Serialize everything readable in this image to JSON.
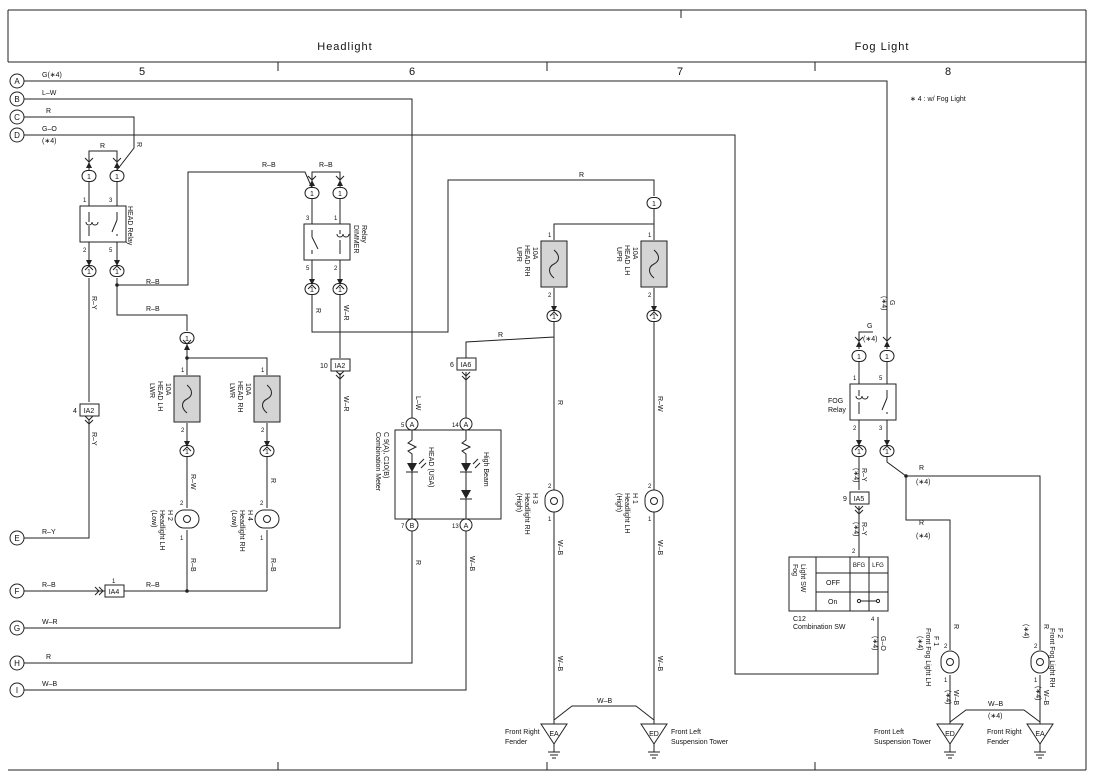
{
  "sections": [
    {
      "title": "Headlight"
    },
    {
      "title": "Fog Light"
    }
  ],
  "columns": [
    "5",
    "6",
    "7",
    "8"
  ],
  "note": "∗ 4 : w/ Fog Light",
  "terminals": [
    {
      "label": "A",
      "wire": "G(∗4)"
    },
    {
      "label": "B",
      "wire": "L–W"
    },
    {
      "label": "C",
      "wire": "R"
    },
    {
      "label": "D",
      "wire": "G–O",
      "note": "(∗4)"
    },
    {
      "label": "E",
      "wire": "R–Y"
    },
    {
      "label": "F",
      "wire": "R–B"
    },
    {
      "label": "G",
      "wire": "W–R"
    },
    {
      "label": "H",
      "wire": "R"
    },
    {
      "label": "I",
      "wire": "W–B"
    }
  ],
  "components": {
    "head_relay": "HEAD Relay",
    "dimmer_relay_1": "DIMMER",
    "dimmer_relay_2": "Relay",
    "fuse_lh_lwr": {
      "amp": "10A",
      "name": "HEAD LH",
      "pos": "LWR"
    },
    "fuse_rh_lwr": {
      "amp": "10A",
      "name": "HEAD RH",
      "pos": "LWR"
    },
    "fuse_rh_upr": {
      "amp": "10A",
      "name": "HEAD RH",
      "pos": "UPR"
    },
    "fuse_lh_upr": {
      "amp": "10A",
      "name": "HEAD LH",
      "pos": "UPR"
    },
    "h2": {
      "code": "H 2",
      "name": "Headlight LH",
      "beam": "(Low)"
    },
    "h4": {
      "code": "H 4",
      "name": "Headlight RH",
      "beam": "(Low)"
    },
    "h3": {
      "code": "H 3",
      "name": "Headlight RH",
      "beam": "(High)"
    },
    "h1": {
      "code": "H 1",
      "name": "Headlight LH",
      "beam": "(High)"
    },
    "meter": {
      "code": "C 9(A), C10(B)",
      "name": "Combination Meter",
      "head": "HEAD (USA)",
      "high": "High Beam"
    },
    "fog_relay_1": "FOG",
    "fog_relay_2": "Relay",
    "fog_sw": {
      "name_1": "Fog",
      "name_2": "Light SW",
      "col_bfg": "BFG",
      "col_lfg": "LFG",
      "row_off": "OFF",
      "row_on": "On"
    },
    "c12": {
      "code": "C12",
      "name": "Combination SW"
    },
    "f1": {
      "code": "F 1",
      "name": "Front Fog Light LH",
      "note": "(∗4)"
    },
    "f2": {
      "code": "F 2",
      "name": "Front Fog Light RH",
      "note": "(∗4)"
    }
  },
  "connectors": {
    "ia2": "IA2",
    "ia4": "IA4",
    "ia5": "IA5",
    "ia6": "IA6"
  },
  "grounds": [
    {
      "code": "EA",
      "location_1": "Front Right",
      "location_2": "Fender"
    },
    {
      "code": "ED",
      "location_1": "Front Left",
      "location_2": "Suspension Tower"
    },
    {
      "code": "ED",
      "location_1": "Front Left",
      "location_2": "Suspension Tower"
    },
    {
      "code": "EA",
      "location_1": "Front Right",
      "location_2": "Fender"
    }
  ],
  "wire_colors": {
    "r": "R",
    "rb": "R–B",
    "ry": "R–Y",
    "rw": "R–W",
    "wr": "W–R",
    "wb": "W–B",
    "lw": "L–W",
    "g": "G",
    "go": "G–O",
    "s4": "(∗4)"
  },
  "pins": {
    "p1": "1",
    "p2": "2",
    "p3": "3",
    "p4": "4",
    "p5": "5",
    "p6": "6",
    "p7": "7",
    "p9": "9",
    "p10": "10",
    "p13": "13",
    "p14": "14",
    "a": "A",
    "b": "B"
  },
  "colors": {
    "line": "#222222",
    "fuse": "#d4d4d4",
    "background": "#ffffff"
  }
}
